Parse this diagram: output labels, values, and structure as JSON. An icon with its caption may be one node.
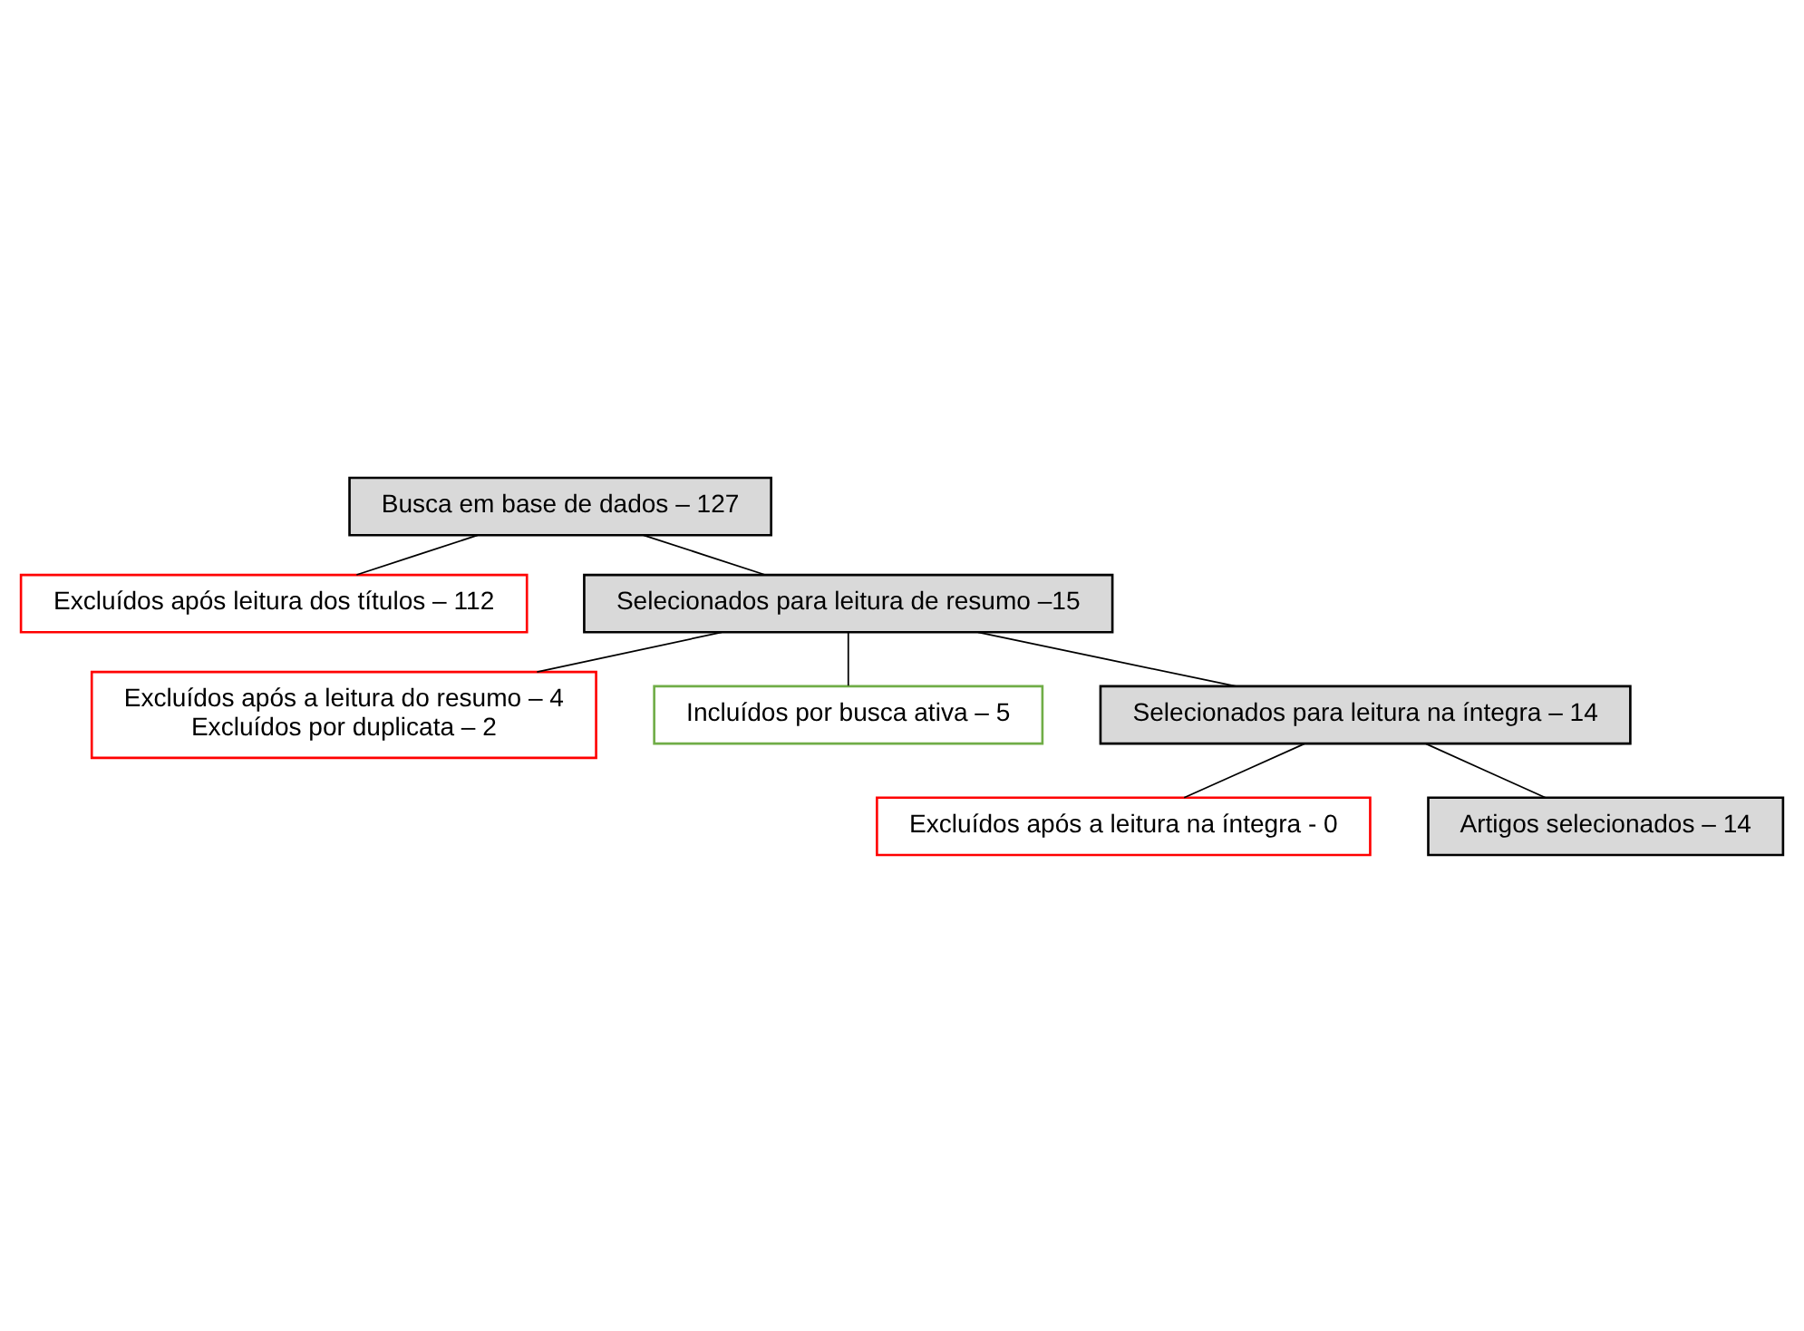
{
  "diagram": {
    "nodes": [
      {
        "text": [
          "Busca em base de dados – 127"
        ]
      },
      {
        "text": [
          "Excluídos após leitura dos títulos – 112"
        ]
      },
      {
        "text": [
          "Selecionados para leitura de resumo –15"
        ]
      },
      {
        "text": [
          "Excluídos após a leitura do resumo – 4",
          "Excluídos por duplicata – 2"
        ]
      },
      {
        "text": [
          "Incluídos por busca ativa – 5"
        ]
      },
      {
        "text": [
          "Selecionados para leitura na íntegra – 14"
        ]
      },
      {
        "text": [
          "Excluídos após a leitura na íntegra - 0"
        ]
      },
      {
        "text": [
          "Artigos selecionados – 14"
        ]
      }
    ],
    "edges": [
      {
        "from": 0,
        "to": 1,
        "arrow": "none"
      },
      {
        "from": 0,
        "to": 2,
        "arrow": "none"
      },
      {
        "from": 2,
        "to": 3,
        "arrow": "none"
      },
      {
        "from": 2,
        "to": 4,
        "arrow": "none"
      },
      {
        "from": 2,
        "to": 5,
        "arrow": "none"
      },
      {
        "from": 5,
        "to": 6,
        "arrow": "none"
      },
      {
        "from": 5,
        "to": 7,
        "arrow": "none"
      }
    ]
  }
}
